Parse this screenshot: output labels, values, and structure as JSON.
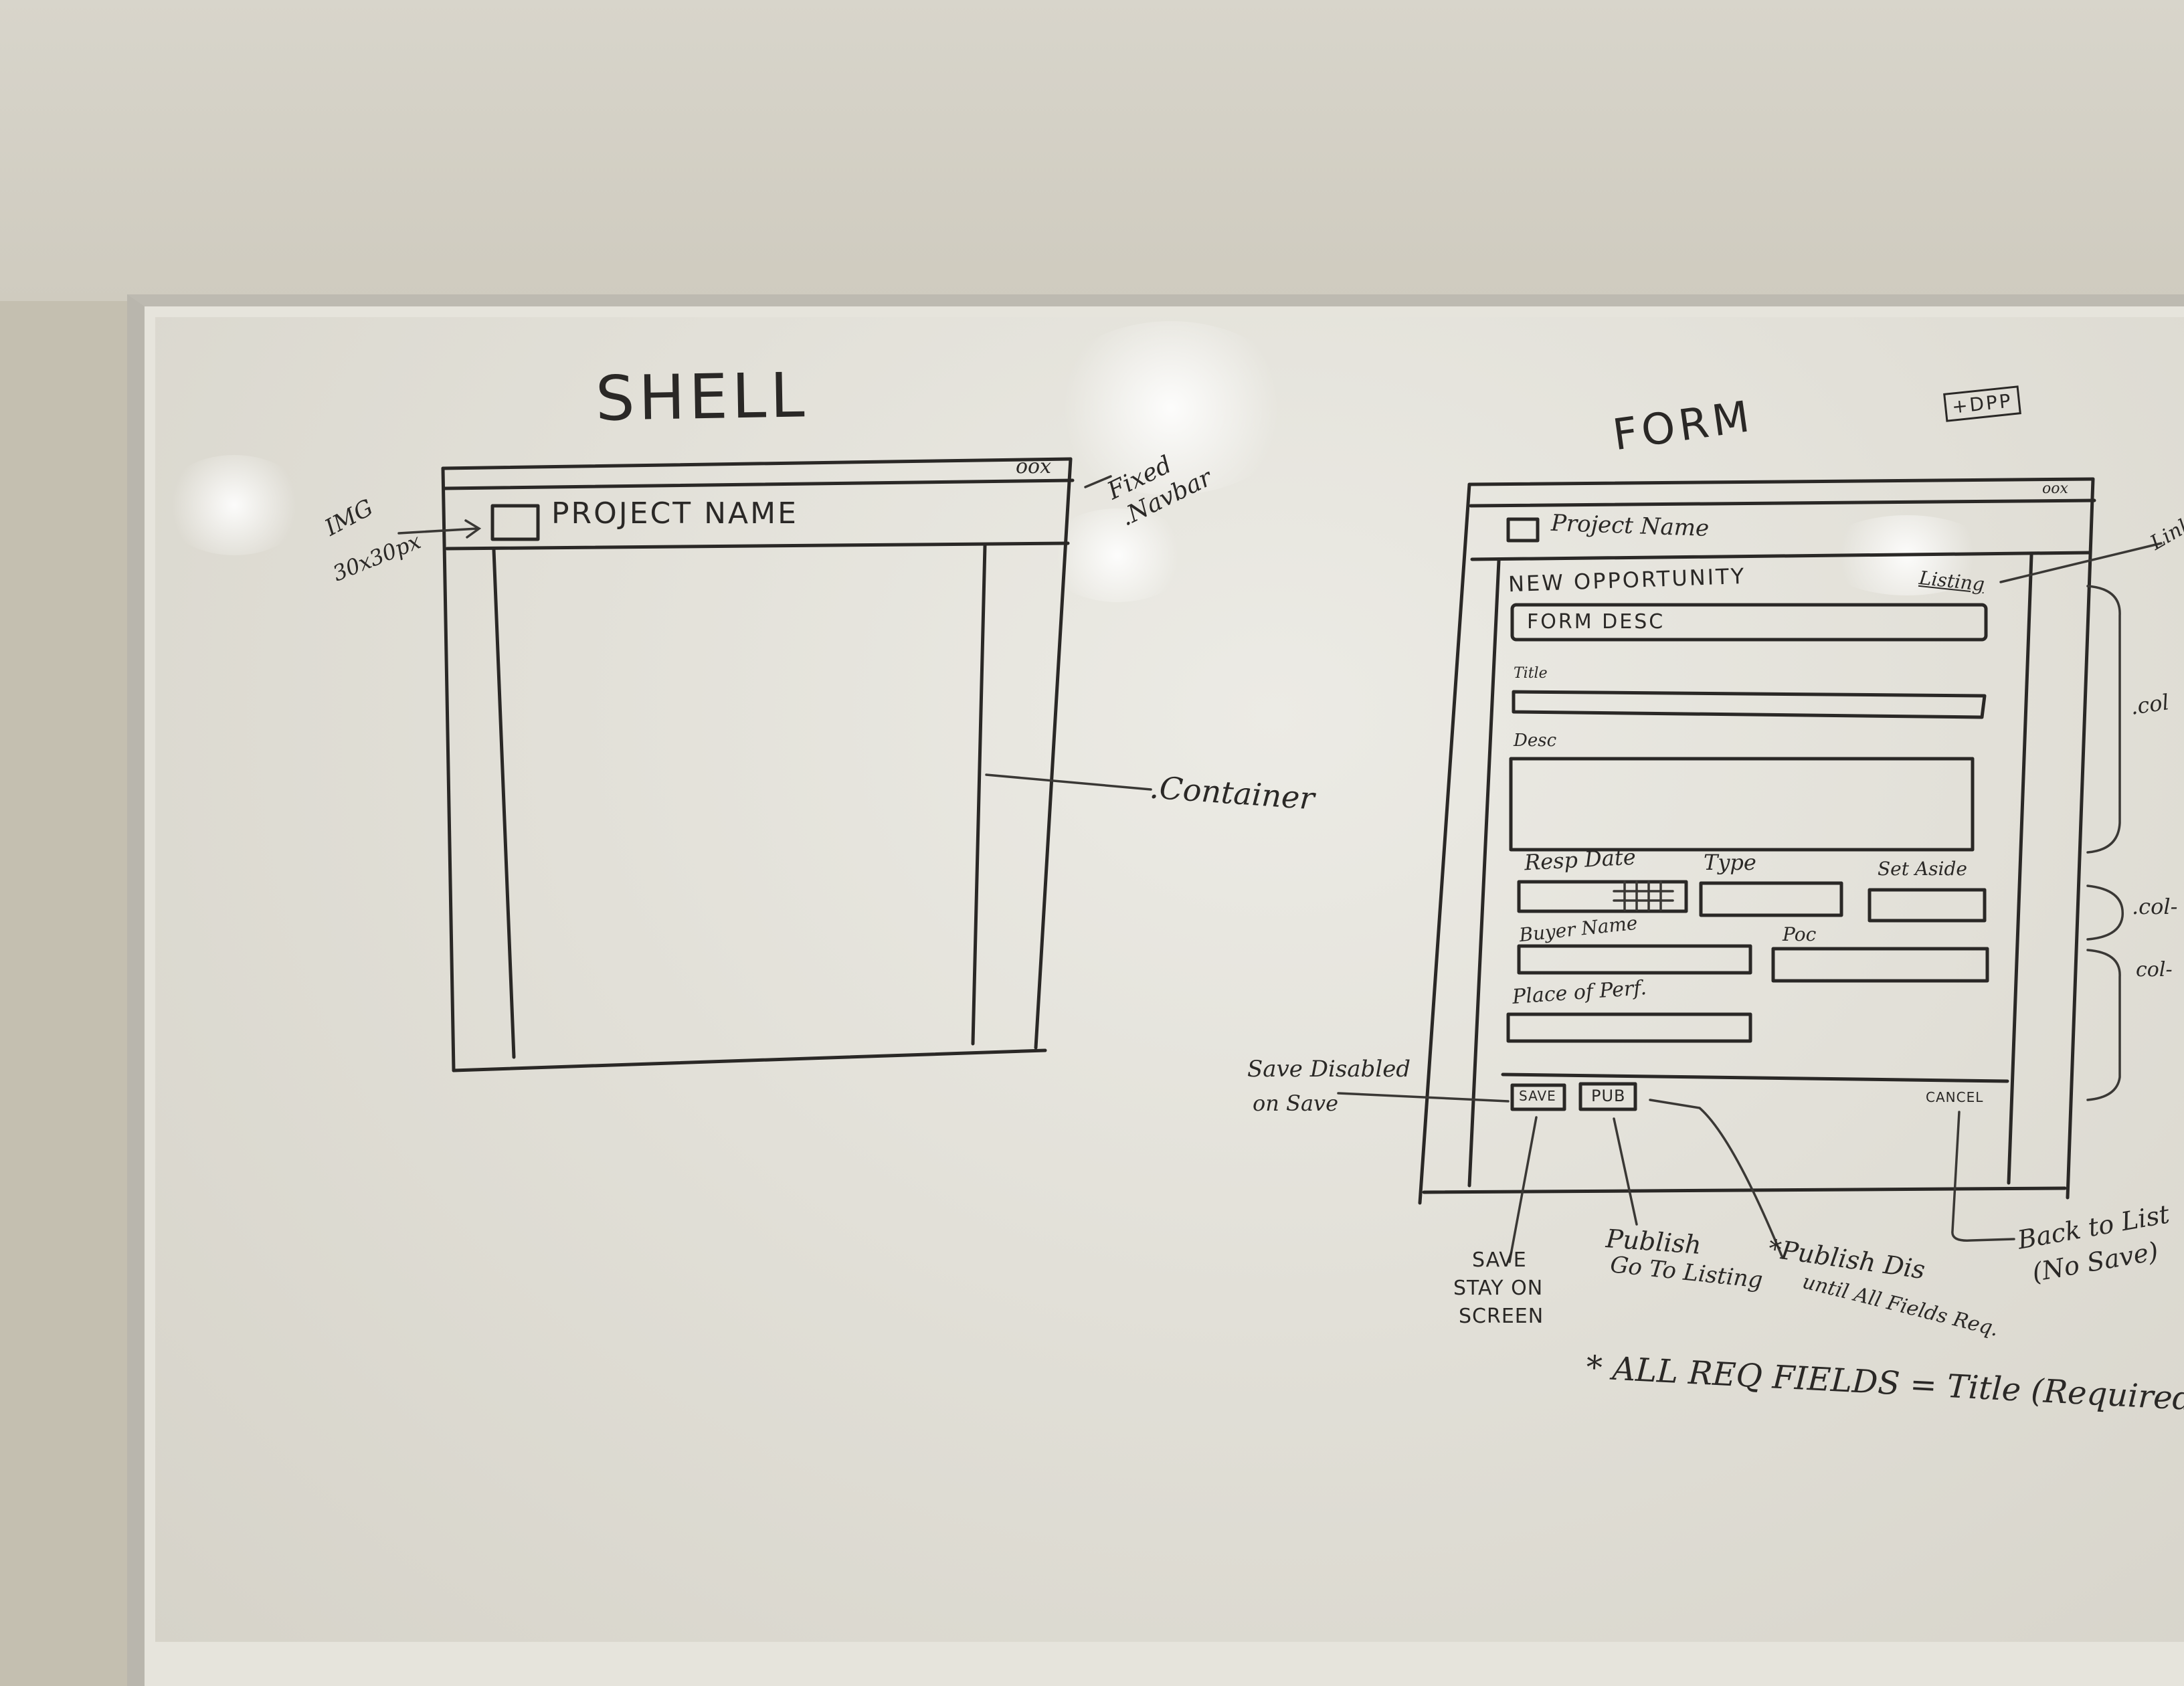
{
  "shell": {
    "title": "SHELL",
    "window_controls": "oox",
    "project_name": "PROJECT NAME",
    "img_label": "IMG",
    "img_size": "30x30px",
    "fixed_navbar": "Fixed .Navbar",
    "container": ".Container"
  },
  "form": {
    "title": "FORM",
    "tag": "+DPP",
    "window_controls": "oox",
    "project_name": "Project Name",
    "heading": "NEW OPPORTUNITY",
    "listing_link": "Listing",
    "link_annotation": "Link",
    "form_desc": "FORM DESC",
    "fields": {
      "title": "Title",
      "desc": "Desc",
      "resp_date": "Resp Date",
      "type": "Type",
      "set_aside": "Set Aside",
      "buyer_name": "Buyer Name",
      "poc": "Poc",
      "place_of_perf": "Place of Perf."
    },
    "buttons": {
      "save": "SAVE",
      "pub": "PUB",
      "cancel": "CANCEL"
    },
    "col_labels": [
      ".col",
      ".col-",
      "col-"
    ],
    "notes": {
      "save_disabled": "Save Disabled",
      "save_disabled_2": "on Save",
      "save_stay_1": "SAVE",
      "save_stay_2": "STAY ON",
      "save_stay_3": "SCREEN",
      "publish_1": "Publish",
      "publish_2": "Go To Listing",
      "publish_dis_1": "*Publish Dis",
      "publish_dis_2": "until All Fields Req.",
      "back_1": "Back to List",
      "back_2": "(No Save)",
      "required": "* ALL REQ FIELDS = Title (Required)"
    }
  }
}
